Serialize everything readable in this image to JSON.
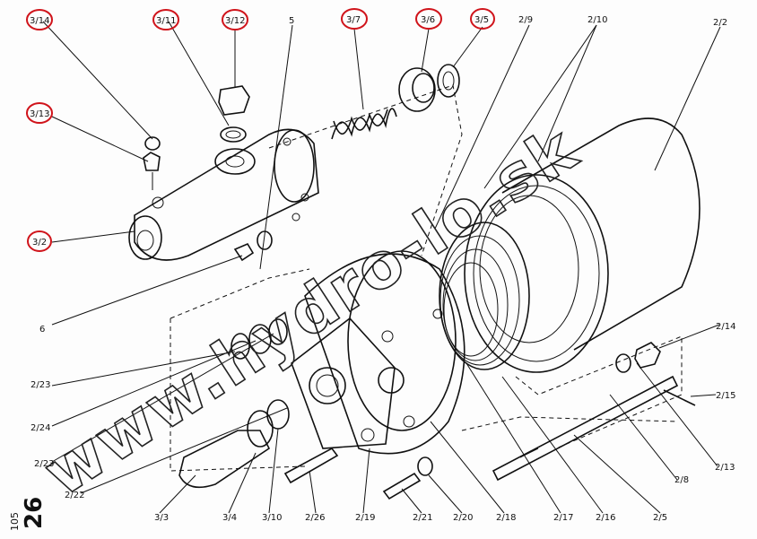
{
  "watermark": "www.hydro-lo.sk",
  "page_number": "26",
  "page_subnumber": "105",
  "highlight_color": "#d0141b",
  "labels": {
    "l3_14": "3/14",
    "l3_11": "3/11",
    "l3_12": "3/12",
    "l5": "5",
    "l3_7": "3/7",
    "l3_6": "3/6",
    "l3_5": "3/5",
    "l2_9": "2/9",
    "l2_10": "2/10",
    "l2_2": "2/2",
    "l3_13": "3/13",
    "l3_2": "3/2",
    "l6": "6",
    "l2_14": "2/14",
    "l2_15": "2/15",
    "l2_23a": "2/23",
    "l2_24": "2/24",
    "l2_23b": "2/23",
    "l2_22": "2/22",
    "l2_8": "2/8",
    "l2_13": "2/13",
    "l3_3": "3/3",
    "l3_4": "3/4",
    "l3_10": "3/10",
    "l2_26": "2/26",
    "l2_19": "2/19",
    "l2_21": "2/21",
    "l2_20": "2/20",
    "l2_18": "2/18",
    "l2_17": "2/17",
    "l2_16": "2/16",
    "l2_5": "2/5"
  }
}
